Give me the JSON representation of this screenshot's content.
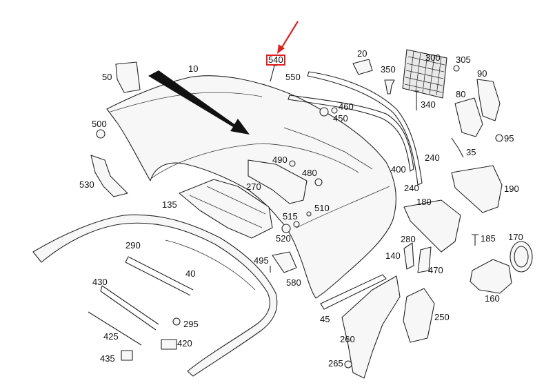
{
  "diagram": {
    "highlighted_part": "540",
    "colors": {
      "line": "#222222",
      "highlight": "#e02020",
      "arrow": "#e02020"
    },
    "labels": {
      "p10": "10",
      "p20": "20",
      "p35": "35",
      "p40": "40",
      "p45": "45",
      "p50": "50",
      "p80": "80",
      "p90": "90",
      "p95": "95",
      "p135": "135",
      "p140": "140",
      "p160": "160",
      "p170": "170",
      "p180": "180",
      "p185": "185",
      "p190": "190",
      "p240a": "240",
      "p240b": "240",
      "p250": "250",
      "p260": "260",
      "p265": "265",
      "p270": "270",
      "p280": "280",
      "p290": "290",
      "p295": "295",
      "p300": "300",
      "p305": "305",
      "p340": "340",
      "p350": "350",
      "p400": "400",
      "p420": "420",
      "p425": "425",
      "p430": "430",
      "p435": "435",
      "p450": "450",
      "p460": "460",
      "p470": "470",
      "p480": "480",
      "p490": "490",
      "p495": "495",
      "p500": "500",
      "p510": "510",
      "p515": "515",
      "p520": "520",
      "p530": "530",
      "p540": "540",
      "p550": "550",
      "p580": "580"
    }
  }
}
